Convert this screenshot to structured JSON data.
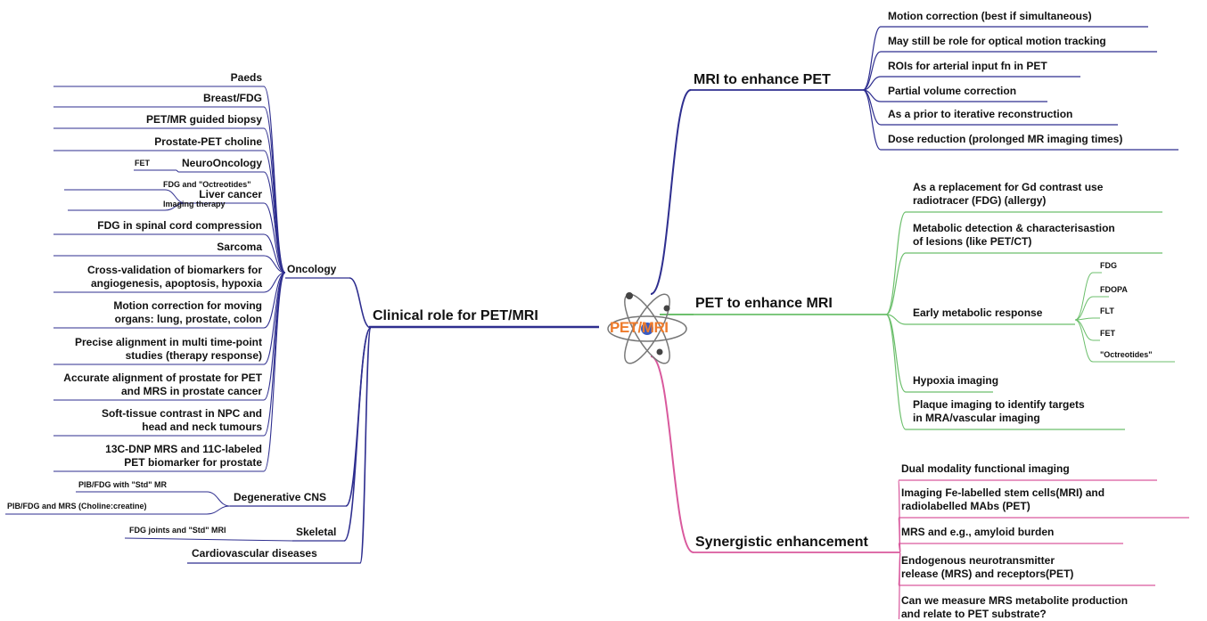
{
  "center": {
    "label": "PET/MRI"
  },
  "colors": {
    "blue": "#2e2e8f",
    "green": "#6cbf6c",
    "pink": "#d9599d",
    "orange": "#ee7b2c"
  },
  "left": {
    "root": "Clinical role for PET/MRI",
    "oncology": {
      "label": "Oncology",
      "items": [
        "Paeds",
        "Breast/FDG",
        "PET/MR guided biopsy",
        "Prostate-PET choline",
        "NeuroOncology",
        "Liver cancer",
        "FDG in spinal cord compression",
        "Sarcoma",
        [
          "Cross-validation of biomarkers for",
          "angiogenesis, apoptosis, hypoxia"
        ],
        [
          "Motion correction for moving",
          "organs: lung, prostate, colon"
        ],
        [
          "Precise alignment in multi time-point",
          "studies (therapy response)"
        ],
        [
          "Accurate alignment of prostate for PET",
          "and MRS in prostate cancer"
        ],
        [
          "Soft-tissue contrast in NPC and",
          "head and neck tumours"
        ],
        [
          "13C-DNP MRS and 11C-labeled",
          "PET biomarker for prostate"
        ]
      ],
      "neuro_sub": "FET",
      "liver_sub": [
        "FDG and \"Octreotides\"",
        "Imaging therapy"
      ]
    },
    "degenerative": {
      "label": "Degenerative CNS",
      "items": [
        "PIB/FDG with \"Std\" MR",
        "PIB/FDG and MRS (Choline:creatine)"
      ]
    },
    "skeletal": {
      "label": "Skeletal",
      "items": [
        "FDG joints and \"Std\" MRI"
      ]
    },
    "cardio": {
      "label": "Cardiovascular diseases"
    }
  },
  "right": {
    "mri_pet": {
      "label": "MRI to enhance PET",
      "items": [
        "Motion correction (best if simultaneous)",
        "May still be role for optical motion tracking",
        "ROIs for arterial input fn in PET",
        "Partial volume correction",
        "As a prior to iterative reconstruction",
        "Dose reduction (prolonged MR imaging times)"
      ]
    },
    "pet_mri": {
      "label": "PET to enhance MRI",
      "items": [
        [
          "As a replacement for Gd contrast use",
          "radiotracer (FDG) (allergy)"
        ],
        [
          "Metabolic detection & characterisastion",
          "of lesions (like PET/CT)"
        ],
        "Early metabolic response",
        "Hypoxia imaging",
        [
          "Plaque imaging to identify targets",
          "in MRA/vascular imaging"
        ]
      ],
      "early_sub": [
        "FDG",
        "FDOPA",
        "FLT",
        "FET",
        "\"Octreotides\""
      ]
    },
    "synergy": {
      "label": "Synergistic enhancement",
      "items": [
        "Dual modality functional imaging",
        [
          "Imaging Fe-labelled stem cells(MRI) and",
          "radiolabelled MAbs (PET)"
        ],
        "MRS and e.g., amyloid burden",
        [
          "Endogenous neurotransmitter",
          "release (MRS) and receptors(PET)"
        ],
        [
          "Can we measure MRS metabolite production",
          "and relate to PET substrate?"
        ]
      ]
    }
  }
}
